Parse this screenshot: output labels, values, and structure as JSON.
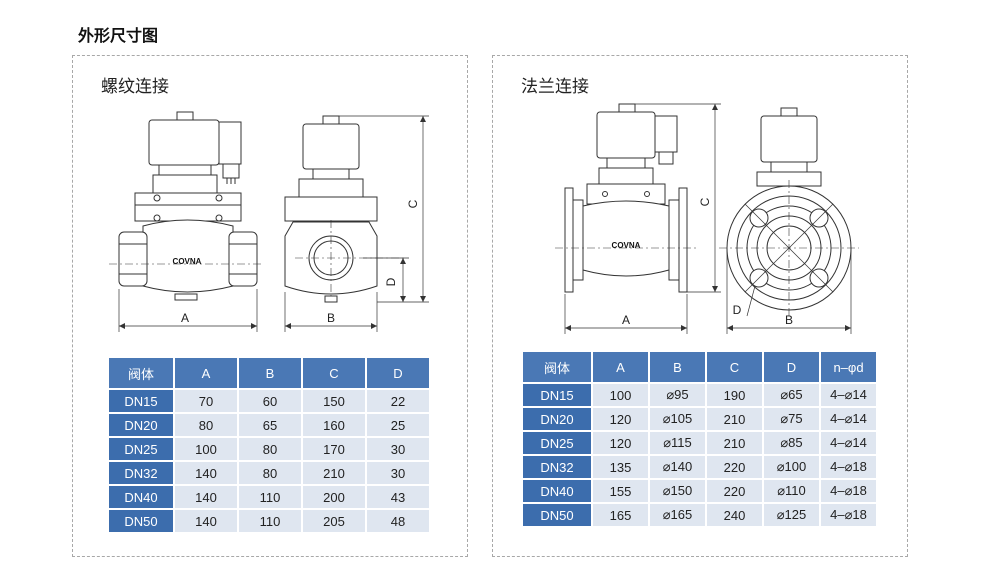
{
  "page": {
    "title": "外形尺寸图"
  },
  "thread": {
    "title": "螺纹连接",
    "brand": "COVNA",
    "dims": {
      "a": "A",
      "b": "B",
      "c": "C",
      "d": "D"
    },
    "table": {
      "headers": [
        "阀体",
        "A",
        "B",
        "C",
        "D"
      ],
      "rows": [
        [
          "DN15",
          "70",
          "60",
          "150",
          "22"
        ],
        [
          "DN20",
          "80",
          "65",
          "160",
          "25"
        ],
        [
          "DN25",
          "100",
          "80",
          "170",
          "30"
        ],
        [
          "DN32",
          "140",
          "80",
          "210",
          "30"
        ],
        [
          "DN40",
          "140",
          "110",
          "200",
          "43"
        ],
        [
          "DN50",
          "140",
          "110",
          "205",
          "48"
        ]
      ]
    }
  },
  "flange": {
    "title": "法兰连接",
    "brand": "COVNA",
    "dims": {
      "a": "A",
      "b": "B",
      "c": "C",
      "d": "D"
    },
    "table": {
      "headers": [
        "阀体",
        "A",
        "B",
        "C",
        "D",
        "n–φd"
      ],
      "rows": [
        [
          "DN15",
          "100",
          "⌀95",
          "190",
          "⌀65",
          "4–⌀14"
        ],
        [
          "DN20",
          "120",
          "⌀105",
          "210",
          "⌀75",
          "4–⌀14"
        ],
        [
          "DN25",
          "120",
          "⌀115",
          "210",
          "⌀85",
          "4–⌀14"
        ],
        [
          "DN32",
          "135",
          "⌀140",
          "220",
          "⌀100",
          "4–⌀18"
        ],
        [
          "DN40",
          "155",
          "⌀150",
          "220",
          "⌀110",
          "4–⌀18"
        ],
        [
          "DN50",
          "165",
          "⌀165",
          "240",
          "⌀125",
          "4–⌀18"
        ]
      ]
    }
  }
}
